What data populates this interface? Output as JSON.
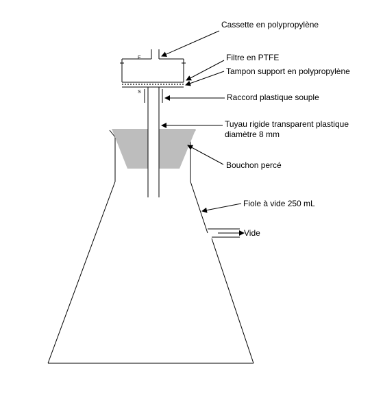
{
  "labels": {
    "cassette": "Cassette en polypropylène",
    "filtre": "Filtre en PTFE",
    "tampon": "Tampon support en polypropylène",
    "raccord": "Raccord plastique souple",
    "tuyau_line1": "Tuyau rigide transparent plastique",
    "tuyau_line2": "diamètre 8 mm",
    "bouchon": "Bouchon percé",
    "fiole": "Fiole à vide 250 mL",
    "vide": "Vide"
  },
  "markings": {
    "entree": "E",
    "sortie": "S"
  },
  "colors": {
    "stroke": "#000000",
    "stopper": "#bdbdbd",
    "background": "#ffffff"
  }
}
